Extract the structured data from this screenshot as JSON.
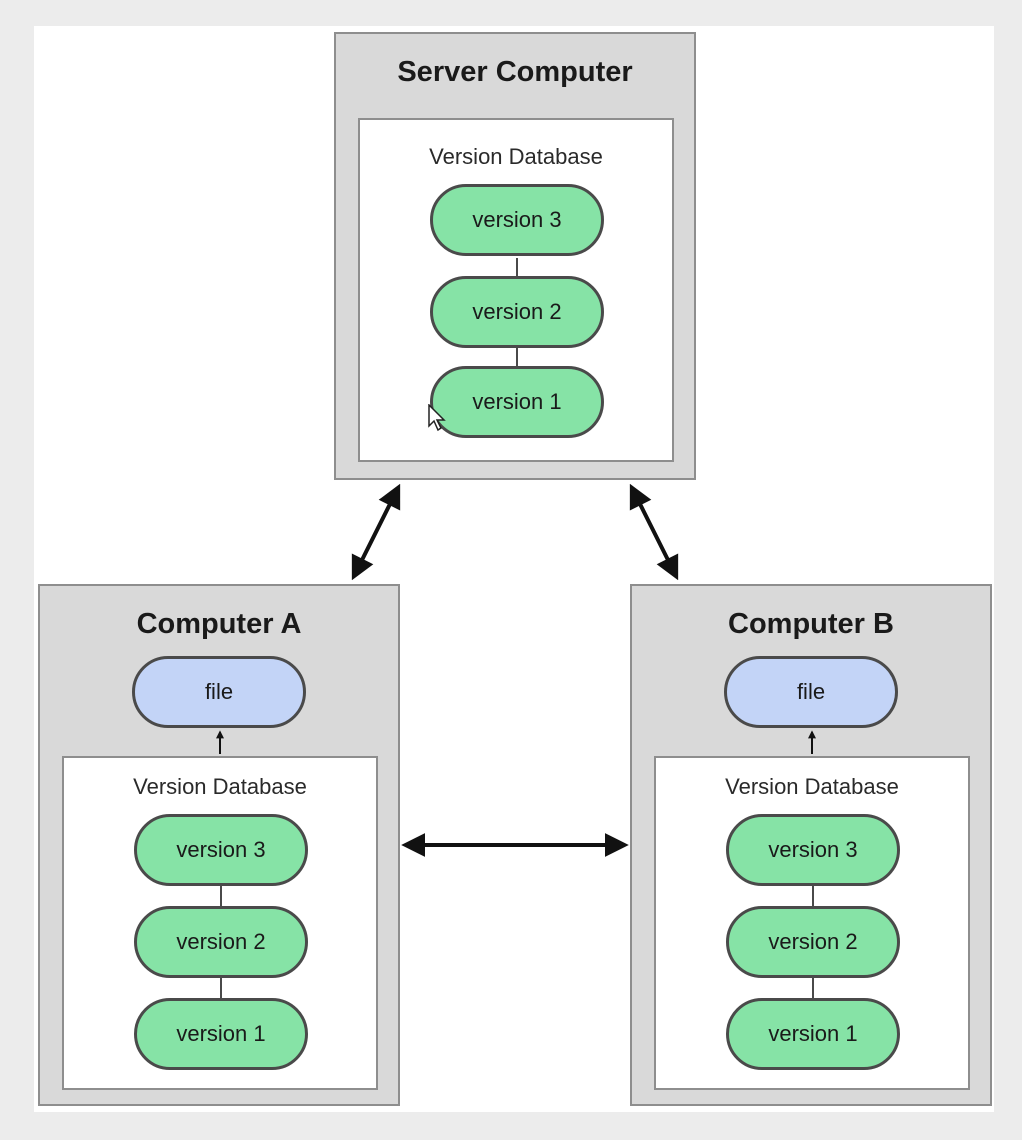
{
  "server": {
    "title": "Server Computer",
    "db_title": "Version Database",
    "versions": [
      "version 3",
      "version 2",
      "version 1"
    ]
  },
  "computer_a": {
    "title": "Computer A",
    "file_label": "file",
    "db_title": "Version Database",
    "versions": [
      "version 3",
      "version 2",
      "version 1"
    ]
  },
  "computer_b": {
    "title": "Computer B",
    "file_label": "file",
    "db_title": "Version Database",
    "versions": [
      "version 3",
      "version 2",
      "version 1"
    ]
  },
  "colors": {
    "version_fill": "#86e3a6",
    "file_fill": "#c3d4f7",
    "computer_fill": "#d9d9d9",
    "border": "#4a4a4a"
  }
}
